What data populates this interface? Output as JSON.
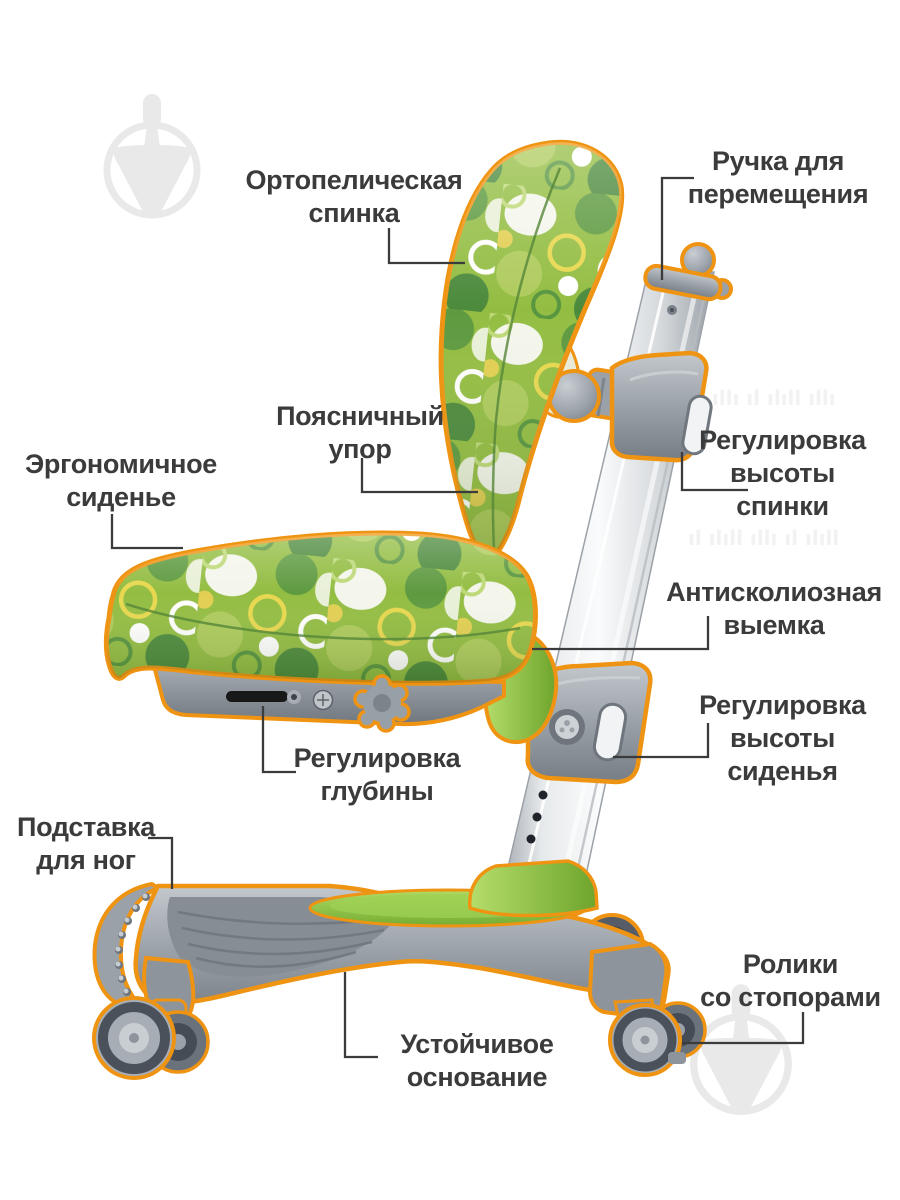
{
  "diagram": {
    "subject": "orthopedic children chair side view with feature callouts",
    "language": "ru"
  },
  "labels": [
    {
      "id": "backrest",
      "text": "Ортопелическая\nспинка"
    },
    {
      "id": "handle",
      "text": "Ручка для\nперемещения"
    },
    {
      "id": "lumbar",
      "text": "Поясничный\nупор"
    },
    {
      "id": "back-height",
      "text": "Регулировка\nвысоты\nспинки"
    },
    {
      "id": "seat",
      "text": "Эргономичное\nсиденье"
    },
    {
      "id": "anti-scoliosis",
      "text": "Антисколиозная\nвыемка"
    },
    {
      "id": "depth",
      "text": "Регулировка\nглубины"
    },
    {
      "id": "seat-height",
      "text": "Регулировка\nвысоты\nсиденья"
    },
    {
      "id": "footrest",
      "text": "Подставка\nдля ног"
    },
    {
      "id": "casters",
      "text": "Ролики\nсо стопорами"
    },
    {
      "id": "base",
      "text": "Устойчивое\nоснование"
    }
  ],
  "colors": {
    "label_text": "#3b3b3b",
    "callout_line": "#3b3b3b",
    "outline_orange": "#ef9412",
    "fabric_green": "#93bd42",
    "fabric_dark_green": "#4c8a3c",
    "accent_green": "#8dc63f",
    "plastic_gray": "#9aa1a8",
    "column_silver": "#eef0f2",
    "watermark_gray": "#e9e9e9"
  },
  "icons": [
    {
      "name": "trowel-watermark-icon",
      "description": "light gray circle with trowel glyph",
      "count": 2
    }
  ]
}
